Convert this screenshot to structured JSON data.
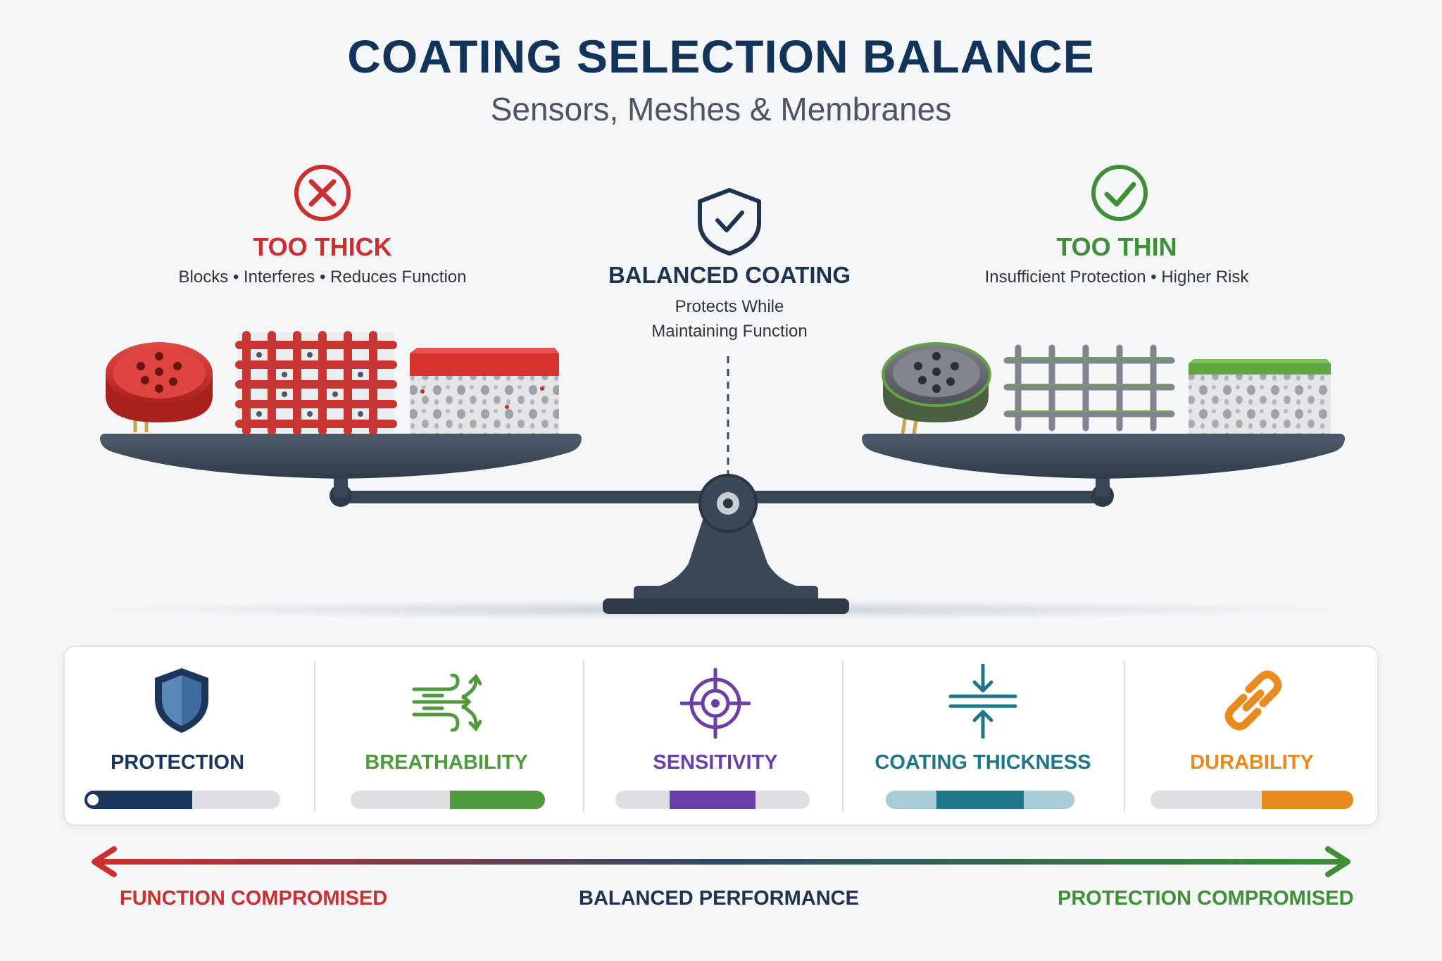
{
  "header": {
    "title": "COATING SELECTION BALANCE",
    "subtitle": "Sensors, Meshes & Membranes"
  },
  "left_side": {
    "heading": "TOO THICK",
    "description": "Blocks • Interferes • Reduces Function",
    "color": "#cc2f2f",
    "icon": "x-circle-icon"
  },
  "center": {
    "heading": "BALANCED COATING",
    "description_line1": "Protects While",
    "description_line2": "Maintaining Function",
    "color": "#1d3350",
    "icon": "shield-check-icon"
  },
  "right_side": {
    "heading": "TOO THIN",
    "description": "Insufficient Protection • Higher Risk",
    "color": "#3f8f37",
    "icon": "check-circle-icon"
  },
  "metrics": [
    {
      "label": "PROTECTION",
      "color": "#1b365a",
      "icon": "shield-icon",
      "fill_start": 0.0,
      "fill_end": 0.55
    },
    {
      "label": "BREATHABILITY",
      "color": "#4f9a3c",
      "icon": "airflow-icon",
      "fill_start": 0.51,
      "fill_end": 1.0
    },
    {
      "label": "SENSITIVITY",
      "color": "#6a3fa8",
      "icon": "target-icon",
      "fill_start": 0.28,
      "fill_end": 0.72
    },
    {
      "label": "COATING THICKNESS",
      "color": "#1f7589",
      "icon": "compress-arrows-icon",
      "fill_start": 0.27,
      "fill_end": 0.73
    },
    {
      "label": "DURABILITY",
      "color": "#e98a1f",
      "icon": "chain-link-icon",
      "fill_start": 0.55,
      "fill_end": 1.0
    }
  ],
  "spectrum": {
    "left_label": "FUNCTION COMPROMISED",
    "center_label": "BALANCED PERFORMANCE",
    "right_label": "PROTECTION COMPROMISED",
    "left_color": "#cc2f2f",
    "center_color": "#1d3350",
    "right_color": "#3f8f37"
  }
}
